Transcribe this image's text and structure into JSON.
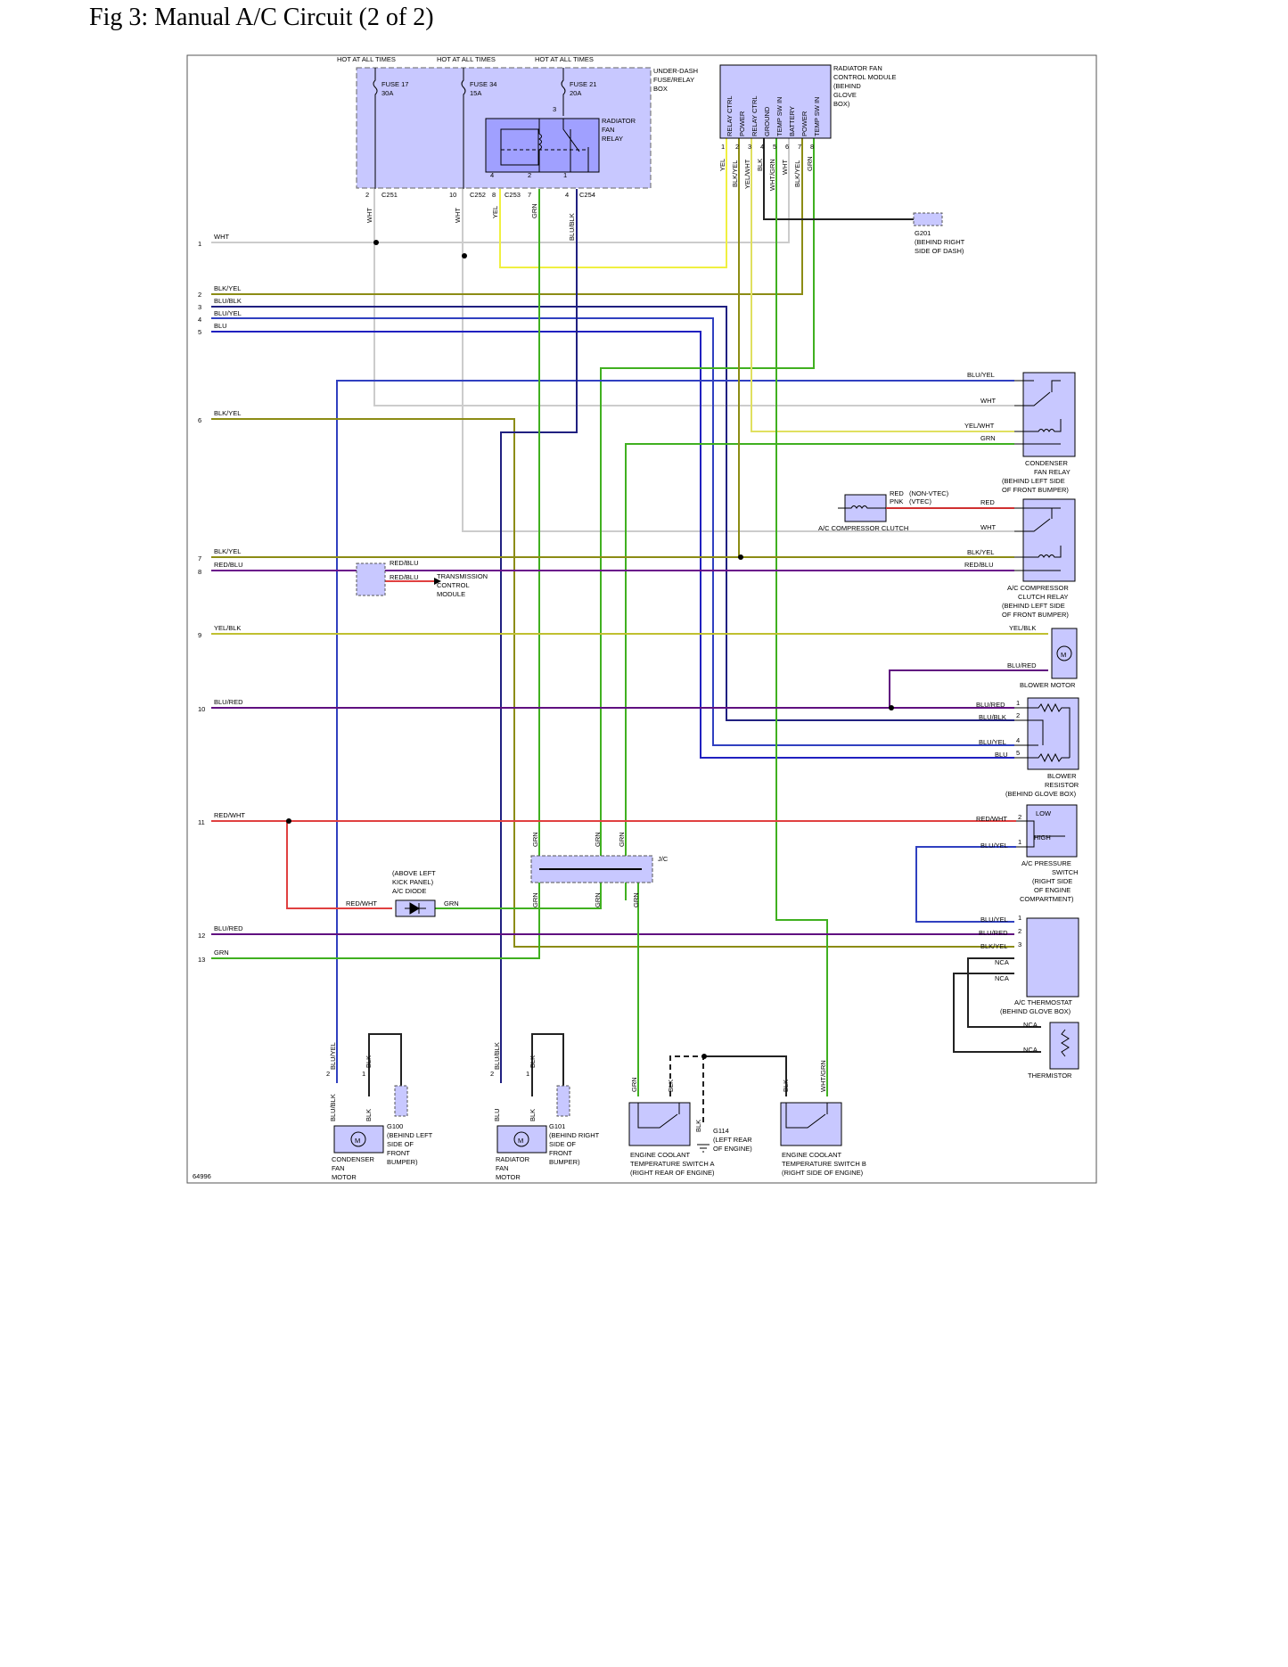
{
  "title": "Fig 3: Manual A/C Circuit (2 of 2)",
  "figure_code": "64996",
  "colors": {
    "wht": "#cccccc",
    "blk_yel": "#8c8c14",
    "blu_blk": "#202080",
    "blu_yel": "#3040c0",
    "blu": "#2020c0",
    "yel": "#f0f040",
    "grn": "#40b020",
    "blu_red": "#601080",
    "red_wht": "#e04040",
    "red_blu": "#6a0a8a",
    "yel_blk": "#c0c030",
    "yel_wht": "#e0e060",
    "component_fill": "#c8c8ff",
    "relay_fill": "#a0a0ff"
  },
  "hot_labels": [
    "HOT AT ALL TIMES",
    "HOT AT ALL TIMES",
    "HOT AT ALL TIMES"
  ],
  "fuses": [
    {
      "name": "FUSE 17",
      "rating": "30A"
    },
    {
      "name": "FUSE 34",
      "rating": "15A"
    },
    {
      "name": "FUSE 21",
      "rating": "20A"
    }
  ],
  "underdash_box": [
    "UNDER-DASH",
    "FUSE/RELAY",
    "BOX"
  ],
  "radiator_fan_relay": [
    "RADIATOR",
    "FAN",
    "RELAY"
  ],
  "connectors": {
    "c251": "C251",
    "c252": "C252",
    "c253": "C253",
    "c254": "C254",
    "pin_2": "2",
    "pin_10": "10",
    "pin_8": "8",
    "pin_7": "7",
    "pin_4": "4",
    "pin_3": "3",
    "pin_4b": "4",
    "pin_2b": "2",
    "pin_1": "1"
  },
  "underdash_wires": [
    "WHT",
    "WHT",
    "YEL",
    "GRN",
    "BLU/BLK"
  ],
  "rfcm": {
    "label": [
      "RADIATOR FAN",
      "CONTROL MODULE",
      "(BEHIND",
      "GLOVE",
      "BOX)"
    ],
    "pins": [
      "RELAY CTRL",
      "POWER",
      "RELAY CTRL",
      "GROUND",
      "TEMP SW IN",
      "BATTERY",
      "POWER",
      "TEMP SW IN"
    ],
    "pin_nums": [
      "1",
      "2",
      "3",
      "4",
      "5",
      "6",
      "7",
      "8"
    ],
    "wires": [
      "YEL",
      "BLK/YEL",
      "YEL/WHT",
      "BLK",
      "WHT/GRN",
      "WHT",
      "BLK/YEL",
      "GRN"
    ]
  },
  "g201": [
    "G201",
    "(BEHIND RIGHT",
    "SIDE OF DASH)"
  ],
  "row_numbers": [
    "1",
    "2",
    "3",
    "4",
    "5",
    "6",
    "7",
    "8",
    "9",
    "10",
    "11",
    "12",
    "13"
  ],
  "row_wires": [
    "WHT",
    "BLK/YEL",
    "BLU/BLK",
    "BLU/YEL",
    "BLU",
    "BLK/YEL",
    "BLK/YEL",
    "RED/BLU",
    "YEL/BLK",
    "BLU/RED",
    "RED/WHT",
    "BLU/RED",
    "GRN"
  ],
  "condenser_fan_relay": {
    "wires": [
      "BLU/YEL",
      "WHT",
      "YEL/WHT",
      "GRN"
    ],
    "label": [
      "CONDENSER",
      "FAN RELAY",
      "(BEHIND LEFT SIDE",
      "OF FRONT BUMPER)"
    ]
  },
  "ac_clutch": {
    "wires": [
      "RED",
      "PNK"
    ],
    "variants": [
      "(NON-VTEC)",
      "(VTEC)"
    ],
    "label": "A/C COMPRESSOR CLUTCH",
    "red_label": "RED"
  },
  "ac_clutch_relay": {
    "wires": [
      "WHT",
      "BLK/YEL",
      "RED/BLU"
    ],
    "label": [
      "A/C COMPRESSOR",
      "CLUTCH RELAY",
      "(BEHIND LEFT SIDE",
      "OF FRONT BUMPER)"
    ]
  },
  "tcm": {
    "wires": [
      "RED/BLU",
      "RED/BLU"
    ],
    "label": [
      "TRANSMISSION",
      "CONTROL",
      "MODULE"
    ]
  },
  "blower_motor": {
    "wires": [
      "YEL/BLK",
      "BLU/RED"
    ],
    "label": "BLOWER MOTOR",
    "symbol": "M"
  },
  "blower_resistor": {
    "wires": [
      "BLU/RED",
      "BLU/BLK",
      "BLU/YEL",
      "BLU"
    ],
    "pins": [
      "1",
      "2",
      "4",
      "5"
    ],
    "label": [
      "BLOWER",
      "RESISTOR",
      "(BEHIND GLOVE BOX)"
    ]
  },
  "pressure_switch": {
    "wires": [
      "RED/WHT",
      "BLU/YEL"
    ],
    "pins": [
      "2",
      "1"
    ],
    "states": [
      "LOW",
      "HIGH"
    ],
    "label": [
      "A/C PRESSURE",
      "SWITCH",
      "(RIGHT SIDE",
      "OF ENGINE",
      "COMPARTMENT)"
    ]
  },
  "jc": {
    "label": "J/C",
    "wires": [
      "GRN",
      "GRN",
      "GRN",
      "GRN",
      "GRN",
      "GRN"
    ]
  },
  "ac_diode": {
    "label": [
      "(ABOVE LEFT",
      "KICK PANEL)",
      "A/C DIODE"
    ],
    "wires": [
      "RED/WHT",
      "GRN"
    ]
  },
  "thermostat": {
    "wires": [
      "BLU/YEL",
      "BLU/RED",
      "BLK/YEL",
      "NCA",
      "NCA"
    ],
    "pins": [
      "1",
      "2",
      "3"
    ],
    "label": [
      "A/C THERMOSTAT",
      "(BEHIND GLOVE BOX)"
    ]
  },
  "thermistor": {
    "wires": [
      "NCA",
      "NCA"
    ],
    "label": "THERMISTOR"
  },
  "condenser_fan_motor": {
    "wires": [
      "BLU/YEL",
      "BLK",
      "BLU/BLK",
      "BLK"
    ],
    "pins": [
      "2",
      "1"
    ],
    "label": [
      "CONDENSER",
      "FAN",
      "MOTOR"
    ],
    "symbol": "M"
  },
  "g100": [
    "G100",
    "(BEHIND LEFT",
    "SIDE OF",
    "FRONT",
    "BUMPER)"
  ],
  "radiator_fan_motor": {
    "wires": [
      "BLU/BLK",
      "BLK",
      "BLU",
      "BLK"
    ],
    "pins": [
      "2",
      "1"
    ],
    "label": [
      "RADIATOR",
      "FAN",
      "MOTOR"
    ],
    "symbol": "M"
  },
  "g101": [
    "G101",
    "(BEHIND RIGHT",
    "SIDE OF",
    "FRONT",
    "BUMPER)"
  ],
  "ect_switch_a": {
    "wires": [
      "GRN",
      "BLK"
    ],
    "label": [
      "ENGINE COOLANT",
      "TEMPERATURE SWITCH A",
      "(RIGHT REAR OF ENGINE)"
    ]
  },
  "g114": {
    "wire": "BLK",
    "label": [
      "G114",
      "(LEFT REAR",
      "OF ENGINE)"
    ]
  },
  "ect_switch_b": {
    "wires": [
      "BLK",
      "WHT/GRN"
    ],
    "label": [
      "ENGINE COOLANT",
      "TEMPERATURE SWITCH B",
      "(RIGHT SIDE OF ENGINE)"
    ]
  }
}
